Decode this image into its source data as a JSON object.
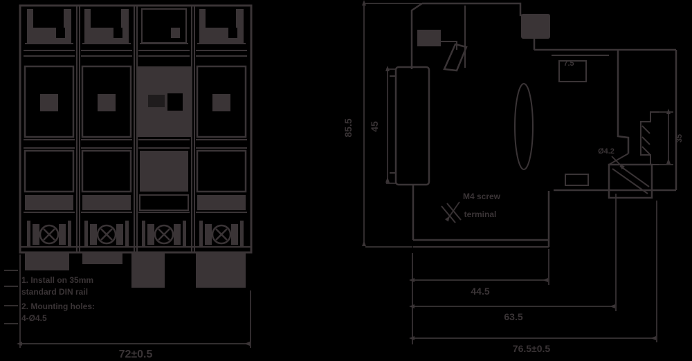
{
  "drawing": {
    "title": "dimension-drawing-4p-din-device",
    "ink_color": "#3a3436",
    "bg_color": "#000000",
    "front_view": {
      "notes": [
        "1. Install on 35mm",
        "standard DIN rail",
        "2. Mounting holes:",
        "4-Ø4.5"
      ],
      "width_label": "72±0.5"
    },
    "side_view": {
      "overall_height_label": "85.5",
      "face_height_label": "45",
      "rail_label": "35",
      "flange_label": "7.5",
      "clip_label": "Ø4.2",
      "terminal_callout_line1": "M4 screw",
      "terminal_callout_line2": "terminal",
      "depth_label_1": "44.5",
      "depth_label_2": "63.5",
      "depth_label_3": "76.5±0.5"
    }
  }
}
